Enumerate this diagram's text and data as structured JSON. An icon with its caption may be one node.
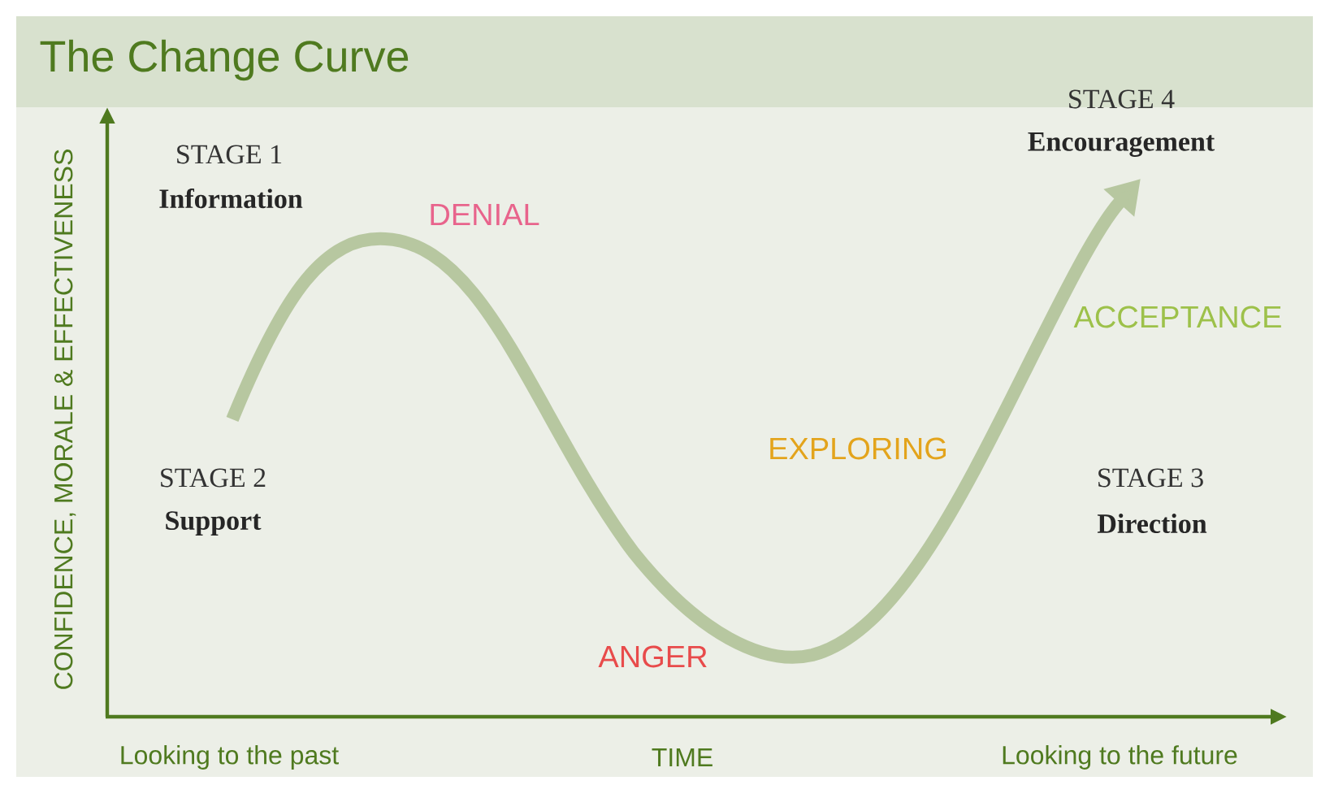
{
  "diagram": {
    "title": "The Change Curve",
    "labels": [
      "STAGE 4",
      "Encouragement",
      "STAGE 1",
      "Information",
      "DENIAL",
      "ACCEPTANCE",
      "EXPLORING",
      "STAGE 2",
      "Support",
      "STAGE 3",
      "Direction",
      "ANGER",
      "CONFIDENCE, MORALE & EFFECTIVENESS",
      "Looking to the past",
      "TIME",
      "Looking to the future"
    ]
  }
}
